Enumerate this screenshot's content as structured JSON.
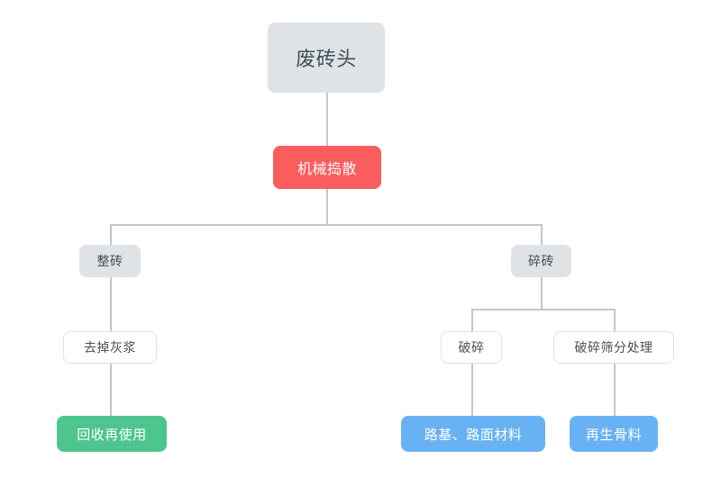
{
  "diagram": {
    "type": "flowchart",
    "nodes": {
      "root": {
        "label": "废砖头",
        "style": "gray-large"
      },
      "process": {
        "label": "机械捣散",
        "style": "red"
      },
      "whole_brick": {
        "label": "整砖",
        "style": "gray"
      },
      "broken_brick": {
        "label": "碎砖",
        "style": "gray"
      },
      "remove_mortar": {
        "label": "去掉灰浆",
        "style": "white"
      },
      "crush": {
        "label": "破碎",
        "style": "white"
      },
      "crush_screen": {
        "label": "破碎筛分处理",
        "style": "white"
      },
      "reuse": {
        "label": "回收再使用",
        "style": "green"
      },
      "road_material": {
        "label": "路基、路面材料",
        "style": "blue"
      },
      "recycled_aggregate": {
        "label": "再生骨料",
        "style": "blue"
      }
    },
    "edges": [
      {
        "from": "废砖头",
        "to": "机械捣散"
      },
      {
        "from": "机械捣散",
        "to": "整砖"
      },
      {
        "from": "机械捣散",
        "to": "碎砖"
      },
      {
        "from": "整砖",
        "to": "去掉灰浆"
      },
      {
        "from": "去掉灰浆",
        "to": "回收再使用"
      },
      {
        "from": "碎砖",
        "to": "破碎"
      },
      {
        "from": "碎砖",
        "to": "破碎筛分处理"
      },
      {
        "from": "破碎",
        "to": "路基、路面材料"
      },
      {
        "from": "破碎筛分处理",
        "to": "再生骨料"
      }
    ],
    "colors": {
      "node_gray_bg": "#dfe3e6",
      "node_gray_text": "#40505a",
      "node_red_bg": "#fb5c5c",
      "node_green_bg": "#4ec58f",
      "node_blue_bg": "#68b2f4",
      "node_white_border": "#e2e2e2",
      "node_white_text": "#4e4e4e",
      "connector": "#c6c6c6",
      "light_text": "#ffffff"
    }
  }
}
